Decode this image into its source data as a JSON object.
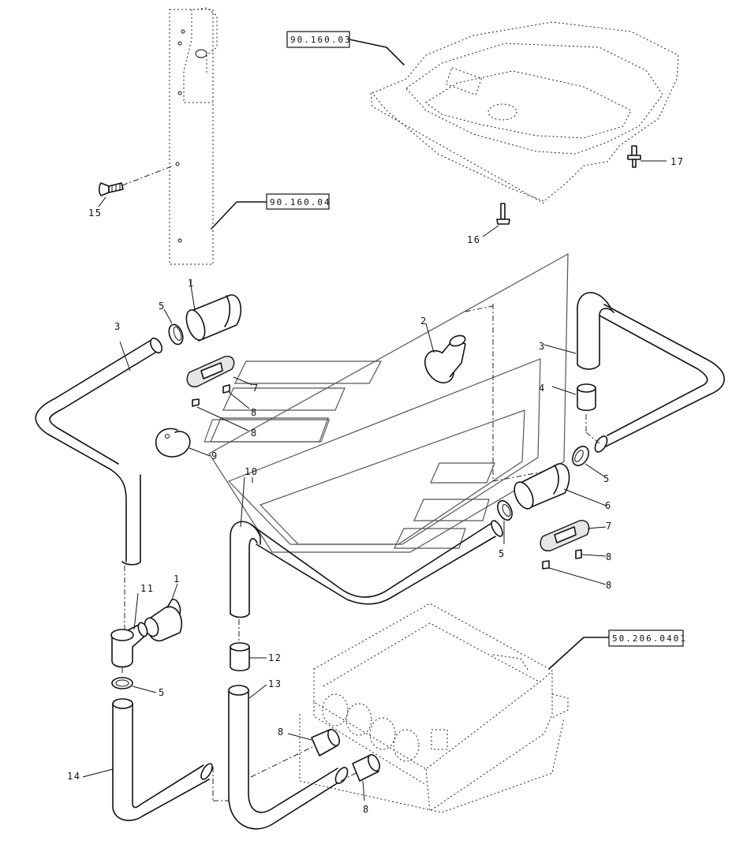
{
  "references": {
    "upper_cover": "90.160.03",
    "post": "90.160.04",
    "lower_box": "50.206.0401"
  },
  "callouts": {
    "c1a": "1",
    "c1b": "1",
    "c2": "2",
    "c3a": "3",
    "c3b": "3",
    "c4": "4",
    "c5a": "5",
    "c5b": "5",
    "c5c": "5",
    "c5d": "5",
    "c6": "6",
    "c7a": "7",
    "c7b": "7",
    "c8a": "8",
    "c8b": "8",
    "c8c": "8",
    "c8d": "8",
    "c8e": "8",
    "c8f": "8",
    "c9": "9",
    "c10": "10",
    "c11": "11",
    "c12": "12",
    "c13": "13",
    "c14": "14",
    "c15": "15",
    "c16": "16",
    "c17": "17"
  }
}
